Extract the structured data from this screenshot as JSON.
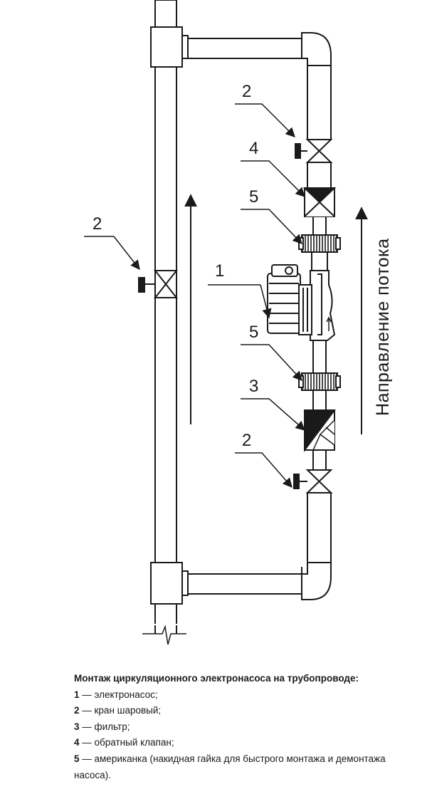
{
  "diagram": {
    "callouts": {
      "pump": "1",
      "valve_left": "2",
      "valve_top": "2",
      "valve_bottom": "2",
      "filter": "3",
      "check_valve": "4",
      "union_top": "5",
      "union_bottom": "5"
    },
    "flow_label": "Направление потока"
  },
  "legend": {
    "title": "Монтаж циркуляционного электронасоса на трубопроводе:",
    "items": [
      {
        "num": "1",
        "text": " — электронасос;"
      },
      {
        "num": "2",
        "text": " — кран шаровый;"
      },
      {
        "num": "3",
        "text": " — фильтр;"
      },
      {
        "num": "4",
        "text": " — обратный клапан;"
      },
      {
        "num": "5",
        "text": " — американка (накидная гайка для быстрого монтажа и демонтажа насоса)."
      }
    ]
  }
}
